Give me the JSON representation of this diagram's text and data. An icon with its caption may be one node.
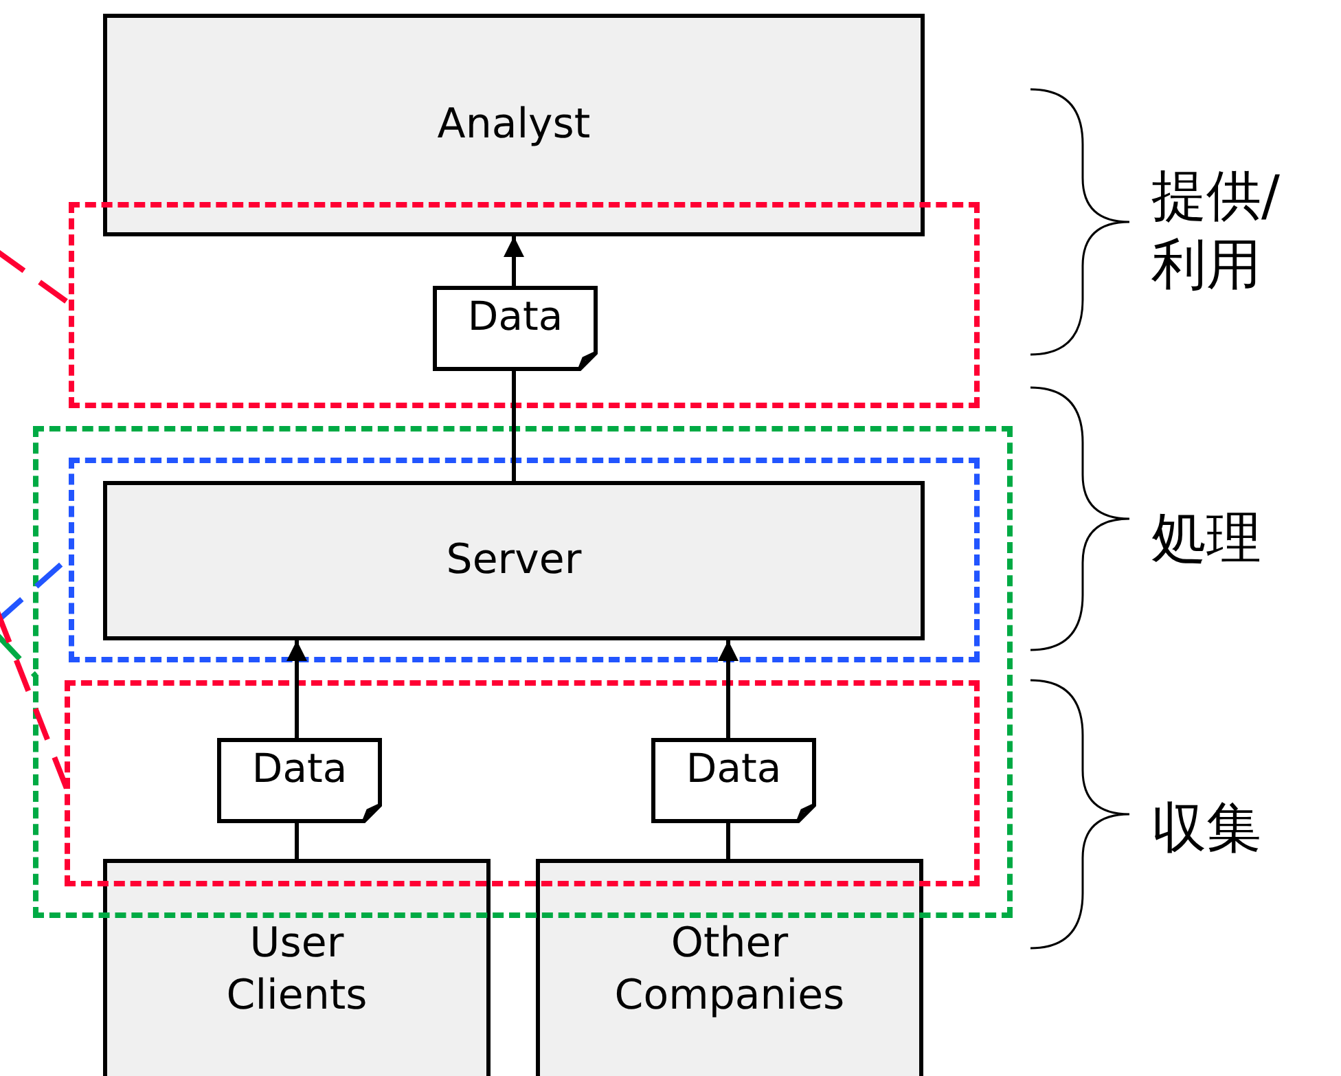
{
  "diagram": {
    "nodes": [
      {
        "text": [
          "Analyst"
        ]
      },
      {
        "text": [],
        "shape": "box"
      },
      {
        "text": [
          "Data"
        ],
        "in": 1
      },
      {
        "text": [],
        "shape": "box"
      },
      {
        "text": [],
        "shape": "box",
        "in": 3
      },
      {
        "text": [
          "Server"
        ],
        "in": 4
      },
      {
        "text": [],
        "shape": "box",
        "in": 3
      },
      {
        "text": [
          "Data"
        ],
        "in": 6
      },
      {
        "text": [
          "Data"
        ],
        "in": 6
      },
      {
        "text": [
          "User Clients"
        ]
      },
      {
        "text": [
          "Other Companies"
        ]
      }
    ],
    "edges": [
      {
        "from": 2,
        "to": 0,
        "arrow": "to"
      },
      {
        "from": 5,
        "to": 2,
        "arrow": "none"
      },
      {
        "from": 7,
        "to": 5,
        "arrow": "to"
      },
      {
        "from": 9,
        "to": 7,
        "arrow": "none"
      },
      {
        "from": 8,
        "to": 5,
        "arrow": "to"
      },
      {
        "from": 10,
        "to": 8,
        "arrow": "none"
      },
      {
        "from": null,
        "to": 1,
        "arrow": "none",
        "style": "dashed",
        "color": "#ff0033"
      },
      {
        "from": null,
        "to": 4,
        "arrow": "none",
        "style": "dashed",
        "color": "#2255ff"
      },
      {
        "from": null,
        "to": 3,
        "arrow": "none",
        "style": "dashed",
        "color": "#00aa44"
      },
      {
        "from": null,
        "to": 6,
        "arrow": "none",
        "style": "dashed",
        "color": "#ff0033"
      }
    ],
    "labels": [
      "提供/利用",
      "処理",
      "収集"
    ]
  }
}
